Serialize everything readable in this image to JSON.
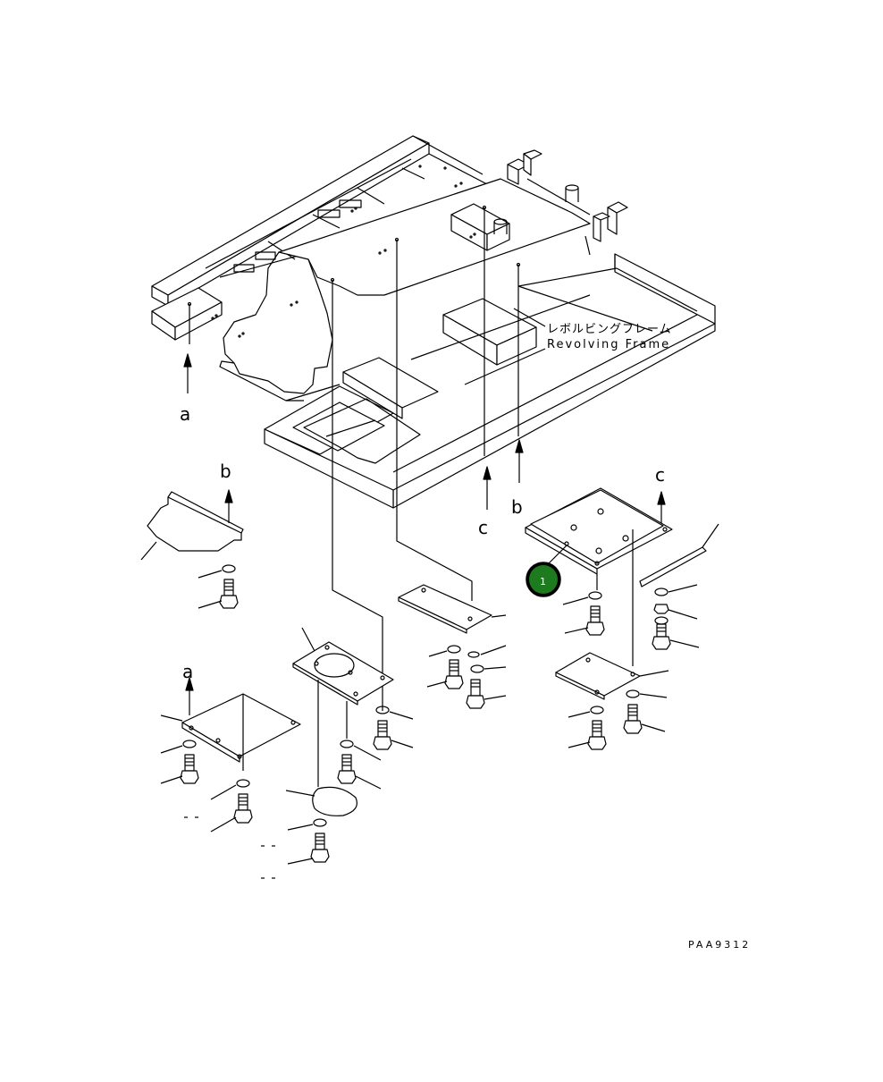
{
  "frame_label": {
    "jp": "レボルビングフレーム",
    "en": "Revolving Frame"
  },
  "reference_letters": {
    "a": "a",
    "b": "b",
    "c": "c"
  },
  "callout": {
    "number": "1",
    "color": "#1e7a1e",
    "ring_color": "#000000"
  },
  "drawing_code": "PAA9312"
}
